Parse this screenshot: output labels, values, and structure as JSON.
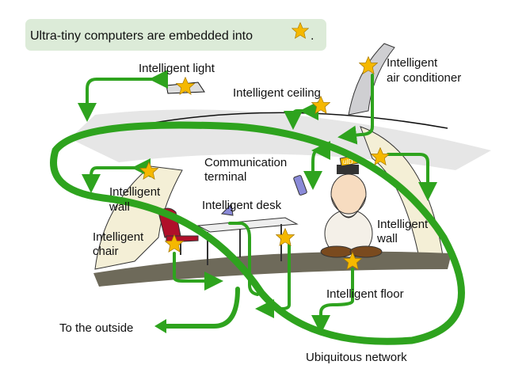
{
  "title": {
    "text": "Ultra-tiny computers are embedded into",
    "suffix": "."
  },
  "colors": {
    "network": "#2ea31e",
    "star": "#f5b800",
    "title_bg": "#dcebd8",
    "floor": "#6e6a5a",
    "wall": "#f4efd6",
    "ceiling": "#e6e6e6",
    "chair": "#b0102a"
  },
  "labels": {
    "light": "Intelligent light",
    "ceiling": "Intelligent ceiling",
    "aircon_1": "Intelligent",
    "aircon_2": "air conditioner",
    "terminal_1": "Communication",
    "terminal_2": "terminal",
    "wall_left_1": "Intelligent",
    "wall_left_2": "wall",
    "desk": "Intelligent desk",
    "chair_1": "Intelligent",
    "chair_2": "chair",
    "wall_right_1": "Intelligent",
    "wall_right_2": "wall",
    "floor": "Intelligent floor",
    "outside": "To the outside",
    "network": "Ubiquitous network",
    "hat": "uID"
  },
  "icons": {
    "embedded": "star-icon",
    "link": "arrow-icon"
  }
}
